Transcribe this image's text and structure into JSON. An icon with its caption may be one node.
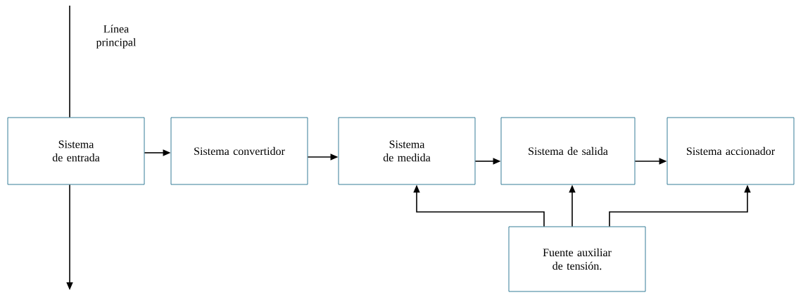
{
  "diagram": {
    "nodes": [
      {
        "text": [
          "Sistema de entrada"
        ]
      },
      {
        "text": [
          "Sistema convertidor"
        ]
      },
      {
        "text": [
          "Sistema de medida"
        ]
      },
      {
        "text": [
          "Sistema de salida"
        ]
      },
      {
        "text": [
          "Sistema accionador"
        ]
      },
      {
        "text": [
          "Fuente auxiliar de tensión."
        ]
      }
    ],
    "edges": [
      {
        "from": null,
        "to": 0,
        "arrow": "none",
        "label": "Línea principal"
      },
      {
        "from": 0,
        "to": null,
        "arrow": "to"
      },
      {
        "from": 0,
        "to": 1,
        "arrow": "to"
      },
      {
        "from": 1,
        "to": 2,
        "arrow": "to"
      },
      {
        "from": 2,
        "to": 3,
        "arrow": "to"
      },
      {
        "from": 3,
        "to": 4,
        "arrow": "to"
      },
      {
        "from": 5,
        "to": 2,
        "arrow": "to"
      },
      {
        "from": 5,
        "to": 3,
        "arrow": "to"
      },
      {
        "from": 5,
        "to": 4,
        "arrow": "to"
      }
    ]
  }
}
